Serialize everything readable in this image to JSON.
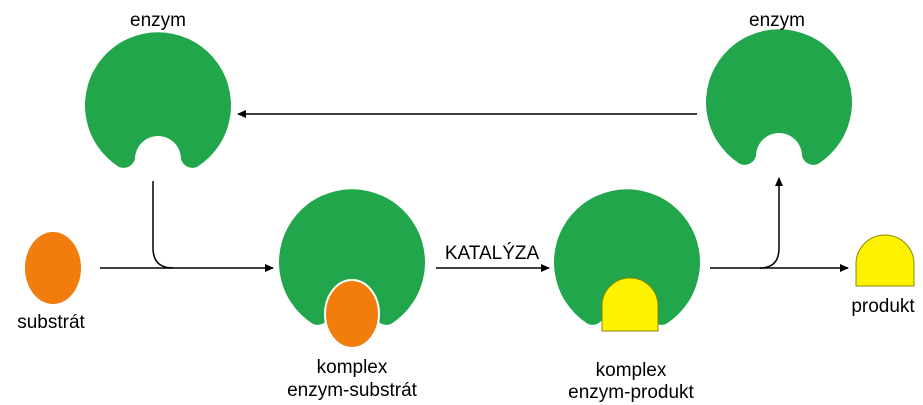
{
  "labels": {
    "enzym_left": "enzym",
    "enzym_right": "enzym",
    "substrat": "substrát",
    "katalyza": "KATALÝZA",
    "produkt": "produkt",
    "komplex_es_line1": "komplex",
    "komplex_es_line2": "enzym-substrát",
    "komplex_ep_line1": "komplex",
    "komplex_ep_line2": "enzym-produkt"
  },
  "colors": {
    "enzyme": "#22A64B",
    "substrate": "#F07D0C",
    "product": "#FFF200",
    "arrow": "#000000"
  }
}
